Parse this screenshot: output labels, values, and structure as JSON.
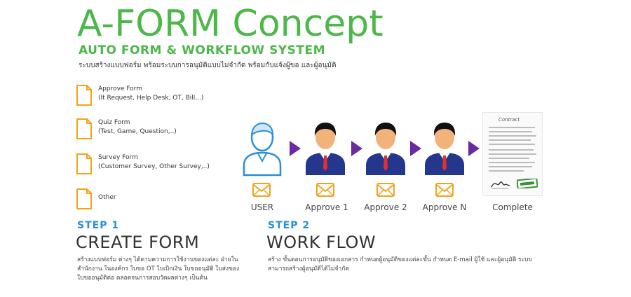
{
  "header": {
    "title": "A-FORM Concept",
    "subtitle": "AUTO FORM & WORKFLOW SYSTEM",
    "tagline": "ระบบสร้างแบบฟอร์ม พร้อมระบบการอนุมัติแบบไม่จำกัด พร้อมกับแจ้งผู้ขอ และผู้อนุมัติ"
  },
  "forms": [
    {
      "title": "Approve Form",
      "subtitle": "(It Request, Help Desk, OT, Bill,..)"
    },
    {
      "title": "Quiz Form",
      "subtitle": "(Test, Game, Question,..)"
    },
    {
      "title": "Survey Form",
      "subtitle": "(Customer Survey, Other Survey,..)"
    },
    {
      "title": "Other",
      "subtitle": ""
    }
  ],
  "workflow": {
    "nodes": [
      {
        "label": "USER"
      },
      {
        "label": "Approve 1"
      },
      {
        "label": "Approve 2"
      },
      {
        "label": "Approve N"
      }
    ],
    "complete_label": "Complete",
    "contract_heading": "Contract"
  },
  "steps": [
    {
      "step": "STEP 1",
      "heading": "CREATE FORM",
      "description": "สร้างแบบฟอร์ม ต่างๆ ได้ตามความการใช้งานของแต่ละ ฝ่ายในสำนักงาน ในองค์กร ใบขอ OT ใบเบิกเงิน ใบขออนุมัติ ใบส่งของ ใบขออนุมัติต่อ ตลอดจนการสอบวัดผลต่างๆ เป็นต้น"
    },
    {
      "step": "STEP 2",
      "heading": "WORK FLOW",
      "description": "สร้าง ขั้นตอนการอนุมัติของเอกสาร กำหนดผู้อนุมัติของแต่ละขั้น กำหนด E-mail ผู้ใช้ และผู้อนุมัติ ระบบสามารถสร้างผู้อนุมัติได้ไม่จำกัด"
    }
  ],
  "colors": {
    "brand_green": "#4cb84a",
    "step_blue": "#2a8fd6",
    "arrow_purple": "#6a2aa0",
    "doc_orange": "#f3a21c"
  }
}
